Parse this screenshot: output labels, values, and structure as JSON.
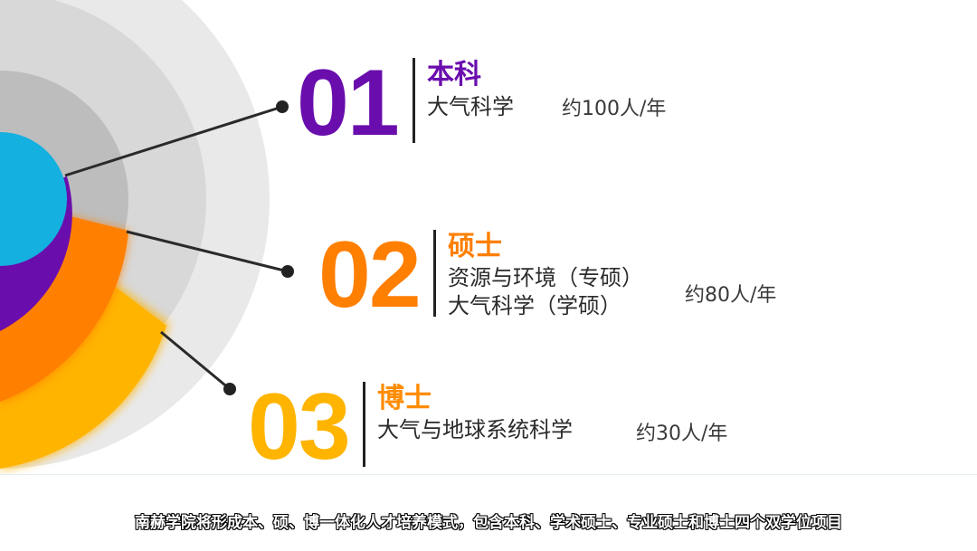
{
  "colors": {
    "purple": "#6a0dad",
    "orange": "#ff7f00",
    "yellow": "#ffb400",
    "cyan": "#14b0e0",
    "ring_light": "#e9e9e9",
    "ring_mid": "#d8d8d8",
    "ring_dark": "#bdbdbd"
  },
  "items": [
    {
      "number": "01",
      "heading": "本科",
      "lines": [
        "大气科学"
      ],
      "count": "约100人/年"
    },
    {
      "number": "02",
      "heading": "硕士",
      "lines": [
        "资源与环境（专硕）",
        "大气科学（学硕）"
      ],
      "count": "约80人/年"
    },
    {
      "number": "03",
      "heading": "博士",
      "lines": [
        "大气与地球系统科学"
      ],
      "count": "约30人/年"
    }
  ],
  "caption": "南赫学院将形成本、硕、博一体化人才培养模式，包含本科、学术硕士、专业硕士和博士四个双学位项目"
}
